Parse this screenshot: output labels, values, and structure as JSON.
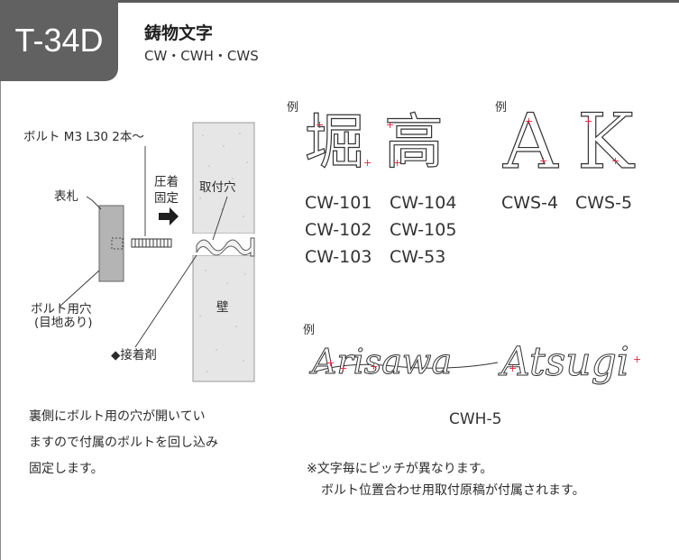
{
  "header": {
    "code": "T-34D",
    "title": "鋳物文字",
    "subtitle": "CW・CWH・CWS"
  },
  "diagram": {
    "bolt_label": "ボルト M3 L30 2本～",
    "plate_label": "表札",
    "press_fix_line1": "圧着",
    "press_fix_line2": "固定",
    "mount_hole_label": "取付穴",
    "bolt_hole_line1": "ボルト用穴",
    "bolt_hole_line2": "(目地あり)",
    "adhesive_label": "◆接着剤",
    "wall_label": "壁"
  },
  "examples": {
    "rei_1": "例",
    "rei_2": "例",
    "rei_3": "例",
    "kanji_sample_1": "堀",
    "kanji_sample_2": "高",
    "letter_sample_1": "A",
    "letter_sample_2": "K",
    "script_sample_1": "Arisawa",
    "script_sample_2": "Atsugi",
    "cw_codes_col1": [
      "CW-101",
      "CW-102",
      "CW-103"
    ],
    "cw_codes_col2": [
      "CW-104",
      "CW-105",
      "CW-53"
    ],
    "cws_code_1": "CWS-4",
    "cws_code_2": "CWS-5",
    "cwh_code": "CWH-5"
  },
  "description": {
    "line1": "裏側にボルト用の穴が開いてい",
    "line2": "ますので付属のボルトを回し込み",
    "line3": "固定します。"
  },
  "note": {
    "line1": "※文字毎にピッチが異なります。",
    "line2": "ボルト位置合わせ用取付原稿が付属されます。"
  },
  "colors": {
    "tab_bg": "#616161",
    "wall_fill": "#e6e6e6",
    "plate_fill": "#b4b4b4",
    "marker_red": "#e0203a"
  }
}
